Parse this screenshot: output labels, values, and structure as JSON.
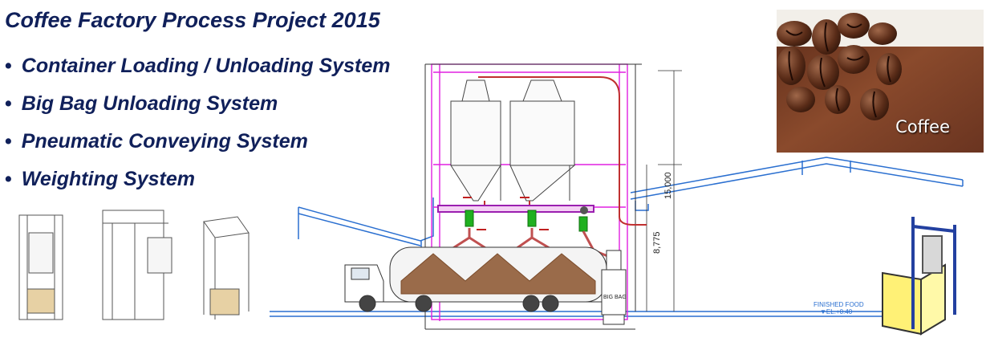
{
  "title": "Coffee Factory Process Project 2015",
  "bullets": [
    "Container Loading / Unloading System",
    "Big Bag Unloading  System",
    "Pneumatic Conveying System",
    "Weighting System"
  ],
  "photo": {
    "caption": "Coffee"
  },
  "drawing": {
    "dim_height_total": "15,000",
    "dim_height_lower": "8,775",
    "big_bag_label": "BIG BAG",
    "finished_food_label": "FINISHED FOOD",
    "elevation_label": "▼EL.+0.40"
  },
  "colors": {
    "title": "#10205a",
    "structure_magenta": "#e020e0",
    "roof_blue": "#2a6fd0",
    "pipe_red": "#c02020",
    "valve_green": "#20b020"
  },
  "icons": [
    "bullet-dot-icon",
    "truck-icon",
    "big-bag-station-icon",
    "coffee-beans-photo"
  ]
}
